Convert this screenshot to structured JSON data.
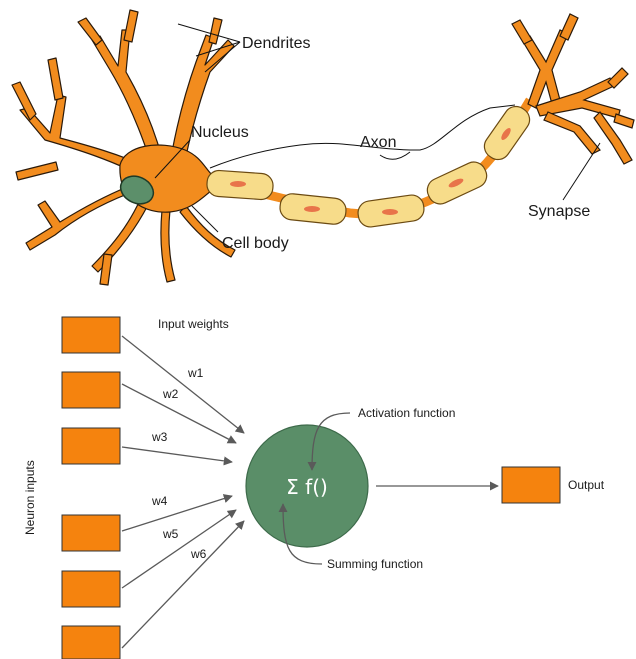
{
  "neuron": {
    "labels": {
      "dendrites": "Dendrites",
      "nucleus": "Nucleus",
      "axon": "Axon",
      "cell_body": "Cell body",
      "synapse": "Synapse"
    }
  },
  "perceptron": {
    "input_weights_label": "Input weights",
    "inputs_label": "Neuron inputs",
    "weights": [
      "w1",
      "w2",
      "w3",
      "w4",
      "w5",
      "w6"
    ],
    "activation_label": "Activation function",
    "summing_label": "Summing function",
    "node_symbol": "Σ  f()",
    "output_label": "Output"
  },
  "colors": {
    "neuron_orange": "#f28c1e",
    "nucleus_green": "#5c8f6a",
    "myelin_yellow": "#f7dc8a",
    "node_green": "#5a8e68",
    "box_orange": "#f5830e",
    "arrow_gray": "#5a5a5a"
  }
}
